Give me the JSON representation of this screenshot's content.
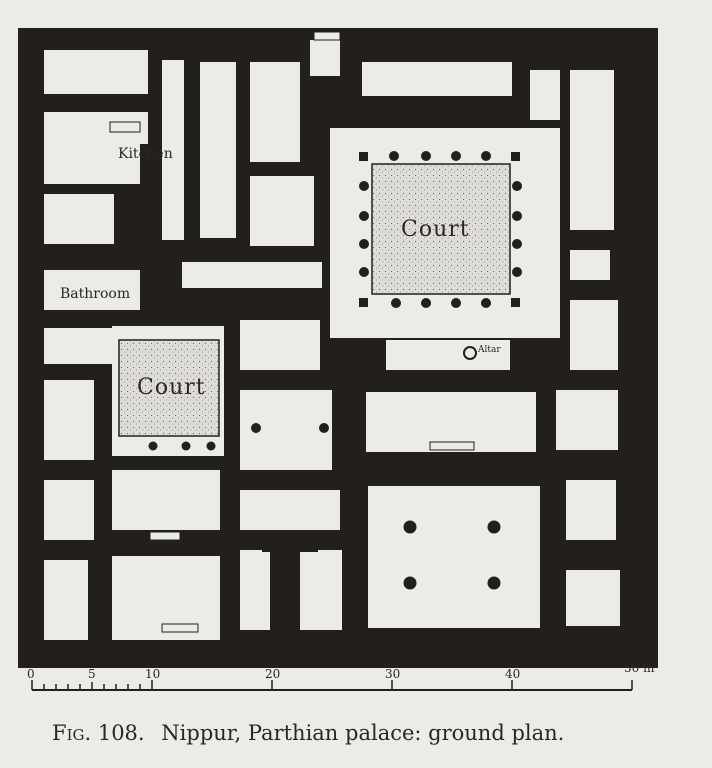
{
  "labels": {
    "kitchen": "Kitchen",
    "bathroom": "Bathroom",
    "court_large": "Court",
    "court_small": "Court",
    "altar": "Altar"
  },
  "scale": {
    "ticks": [
      "0",
      "5",
      "10",
      "20",
      "30",
      "40",
      "50 m"
    ]
  },
  "caption": {
    "fig": "Fig. 108.",
    "text": "Nippur, Parthian palace: ground plan."
  },
  "colors": {
    "wall": "#231f1c",
    "paper": "#ebebe7",
    "court_fill": "#d8d6d0",
    "ink": "#2a2623"
  }
}
